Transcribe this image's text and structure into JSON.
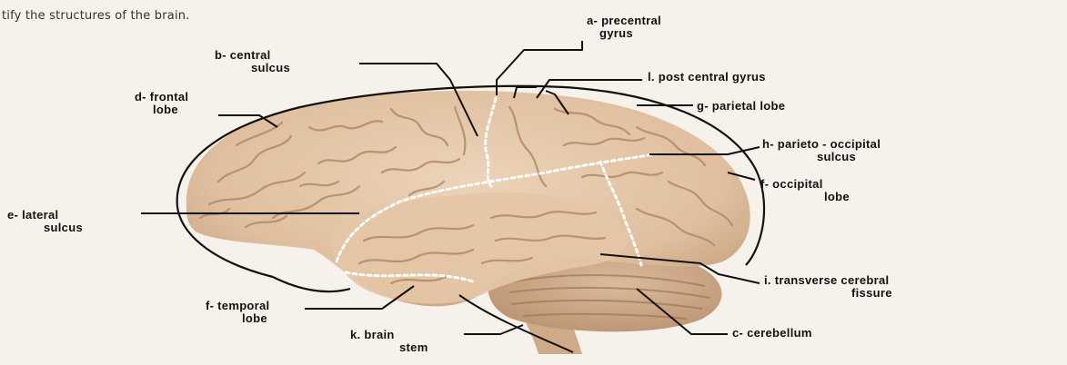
{
  "prompt": "tify the structures of the brain.",
  "labels": [
    {
      "id": "precentral-gyrus",
      "line1": "a- precentral",
      "line2": "gyrus"
    },
    {
      "id": "central-sulcus",
      "line1": "b- central",
      "line2": "sulcus"
    },
    {
      "id": "post-central-gyrus",
      "line1": "l. post central  gyrus",
      "line2": ""
    },
    {
      "id": "frontal-lobe",
      "line1": "d- frontal",
      "line2": "lobe"
    },
    {
      "id": "parietal-lobe",
      "line1": "g- parietal lobe",
      "line2": ""
    },
    {
      "id": "parieto-occipital-sulcus",
      "line1": "h- parieto - occipital",
      "line2": "sulcus"
    },
    {
      "id": "occipital-lobe",
      "line1": "f-  occipital",
      "line2": "lobe"
    },
    {
      "id": "lateral-sulcus",
      "line1": "e- lateral",
      "line2": "sulcus"
    },
    {
      "id": "transverse-cerebral-fissure",
      "line1": "i.  transverse   cerebral",
      "line2": "fissure"
    },
    {
      "id": "temporal-lobe",
      "line1": "f- temporal",
      "line2": "lobe"
    },
    {
      "id": "brain-stem",
      "line1": "k.   brain",
      "line2": "stem"
    },
    {
      "id": "cerebellum",
      "line1": "c- cerebellum",
      "line2": ""
    }
  ],
  "colors": {
    "background": "#f6f1ea",
    "brain": "#e2c3a3",
    "brain_shadow": "#c9a481",
    "gyri": "#b48e6d",
    "dashed": "#ffffff",
    "leader": "#111111"
  }
}
